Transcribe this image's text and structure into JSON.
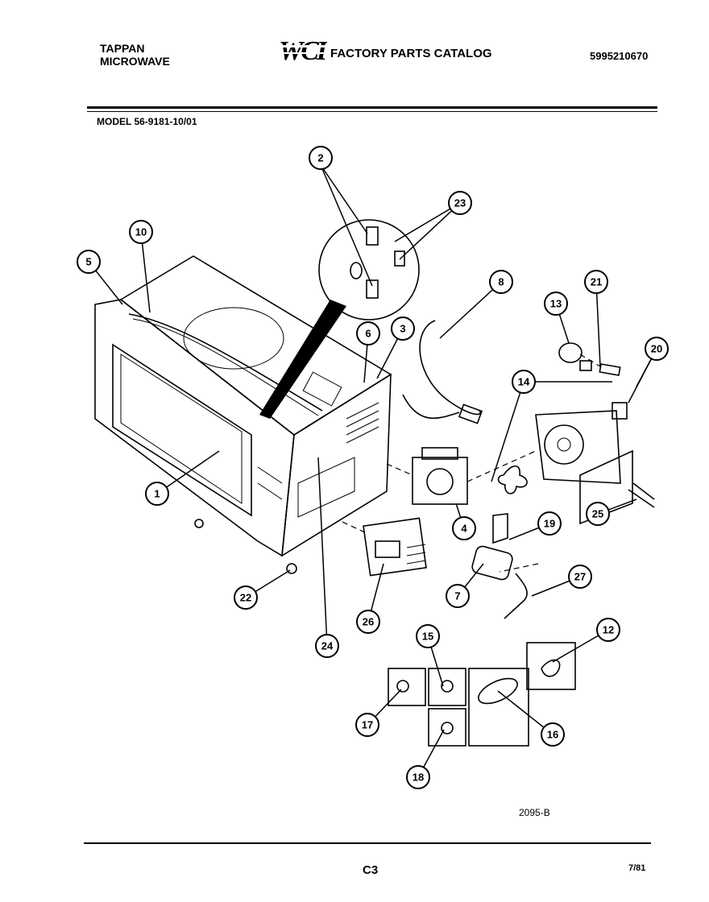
{
  "header": {
    "brand_line1": "TAPPAN",
    "brand_line2": "MICROWAVE",
    "logo_text": "WCI",
    "catalog_title": "FACTORY PARTS CATALOG",
    "part_number": "5995210670",
    "model": "MODEL 56-9181-10/01"
  },
  "callouts": [
    "1",
    "2",
    "3",
    "4",
    "5",
    "6",
    "7",
    "8",
    "10",
    "12",
    "13",
    "14",
    "15",
    "16",
    "17",
    "18",
    "19",
    "20",
    "21",
    "22",
    "23",
    "24",
    "25",
    "26",
    "27"
  ],
  "footer": {
    "figure_code": "2095-B",
    "page_code": "C3",
    "date": "7/81"
  }
}
